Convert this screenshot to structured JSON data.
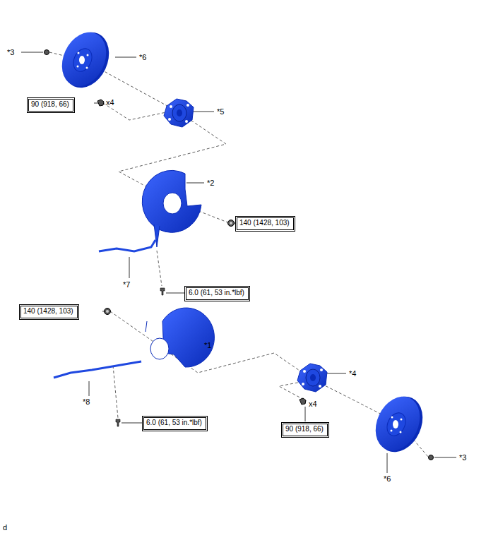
{
  "diagram": {
    "nodes": [
      {
        "text": [
          "90 (918, 66)"
        ]
      },
      {
        "text": [
          "140 (1428, 103)"
        ]
      },
      {
        "text": [
          "6.0 (61, 53 in.*lbf)"
        ]
      },
      {
        "text": [
          "140 (1428, 103)"
        ]
      },
      {
        "text": [
          "6.0 (61, 53 in.*lbf)"
        ]
      },
      {
        "text": [
          "90 (918, 66)"
        ]
      }
    ],
    "labels": [
      "*3",
      "*6",
      "x4",
      "*5",
      "*2",
      "*7",
      "*1",
      "*8",
      "*4",
      "x4",
      "*3",
      "*6",
      "d"
    ]
  }
}
